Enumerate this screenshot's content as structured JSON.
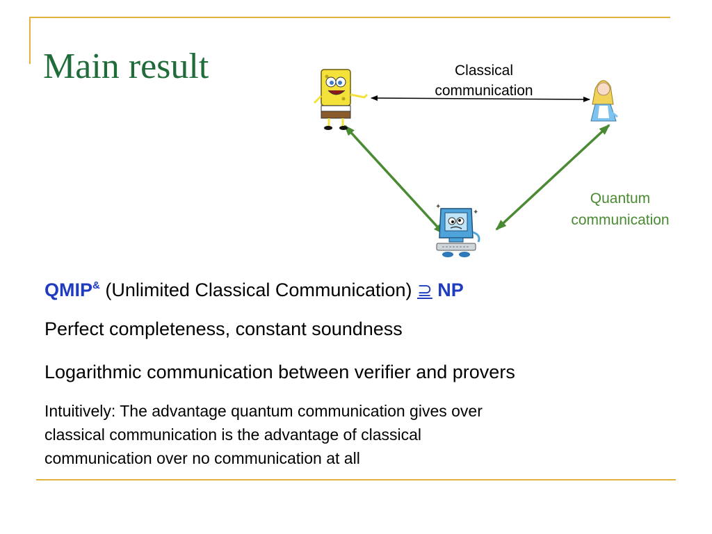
{
  "slide": {
    "title": "Main result",
    "colors": {
      "frame": "#e3b23c",
      "title": "#1f6b3a",
      "highlight": "#1f3bbf",
      "quantum": "#4a8a33",
      "classical_arrow": "#000000"
    }
  },
  "diagram": {
    "classical_label": [
      "Classical",
      "communication"
    ],
    "quantum_label": [
      "Quantum",
      "communication"
    ],
    "characters": [
      {
        "name": "sponge-prover-icon"
      },
      {
        "name": "alice-prover-icon"
      },
      {
        "name": "computer-verifier-icon"
      }
    ]
  },
  "results": {
    "line1": {
      "class_name": "QMIP",
      "superscript": "&",
      "condition": " (Unlimited Classical Communication) ",
      "relation": "⊇",
      "target": " NP"
    },
    "line2": "Perfect completeness, constant soundness",
    "line3": "Logarithmic communication between verifier and provers",
    "paragraph": [
      "Intuitively: The advantage quantum communication gives over",
      "classical communication is the advantage of classical",
      "communication over no communication at all"
    ]
  }
}
